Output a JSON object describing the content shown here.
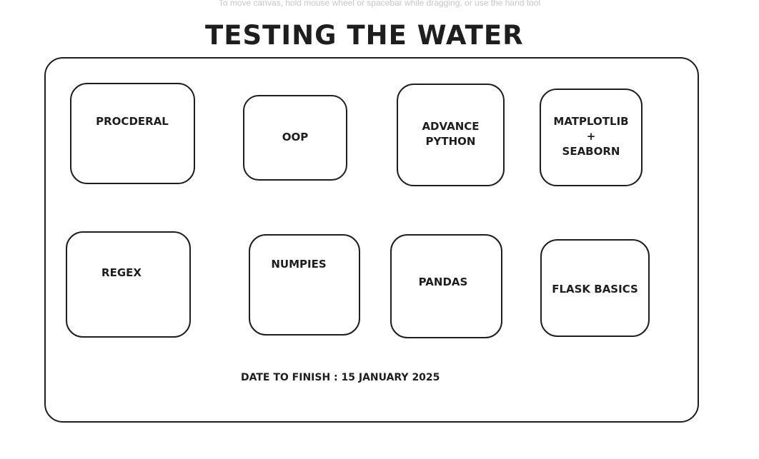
{
  "canvas": {
    "hint": "To move canvas, hold mouse wheel or spacebar while dragging, or use the hand tool"
  },
  "board": {
    "title": "TESTING THE WATER",
    "cards": [
      {
        "label": "PROCDERAL"
      },
      {
        "label": "OOP"
      },
      {
        "label": "ADVANCE\nPYTHON"
      },
      {
        "label": "MATPLOTLIB\n+\nSEABORN"
      },
      {
        "label": "REGEX"
      },
      {
        "label": "NUMPIES"
      },
      {
        "label": "PANDAS"
      },
      {
        "label": "FLASK BASICS"
      }
    ],
    "deadline": "DATE TO FINISH : 15 JANUARY 2025"
  },
  "colors": {
    "stroke": "#1e1e1e",
    "hint": "#c6c6cc",
    "background": "#ffffff"
  }
}
